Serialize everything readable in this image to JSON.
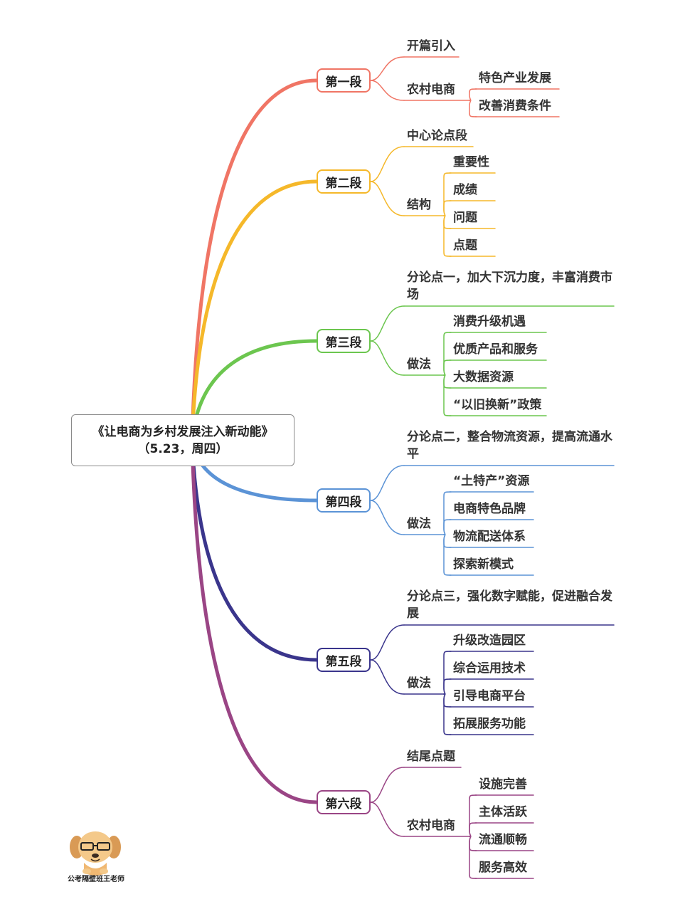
{
  "root": {
    "title": "《让电商为乡村发展注入新动能》",
    "subtitle": "（5.23，周四）"
  },
  "sections": [
    {
      "label": "第一段",
      "color": "#f07565",
      "branches": [
        {
          "label": "开篇引入",
          "children": []
        },
        {
          "label": "农村电商",
          "children": [
            "特色产业发展",
            "改善消费条件"
          ]
        }
      ]
    },
    {
      "label": "第二段",
      "color": "#f5b82a",
      "branches": [
        {
          "label": "中心论点段",
          "children": []
        },
        {
          "label": "结构",
          "children": [
            "重要性",
            "成绩",
            "问题",
            "点题"
          ]
        }
      ]
    },
    {
      "label": "第三段",
      "color": "#6cc64f",
      "branches": [
        {
          "label": "分论点一，加大下沉力度，丰富消费市场",
          "children": []
        },
        {
          "label": "做法",
          "children": [
            "消费升级机遇",
            "优质产品和服务",
            "大数据资源",
            "“以旧换新”政策"
          ]
        }
      ]
    },
    {
      "label": "第四段",
      "color": "#5b93d6",
      "branches": [
        {
          "label": "分论点二，整合物流资源，提高流通水平",
          "children": []
        },
        {
          "label": "做法",
          "children": [
            "“土特产”资源",
            "电商特色品牌",
            "物流配送体系",
            "探索新模式"
          ]
        }
      ]
    },
    {
      "label": "第五段",
      "color": "#3a358c",
      "branches": [
        {
          "label": "分论点三，强化数字赋能，促进融合发展",
          "children": []
        },
        {
          "label": "做法",
          "children": [
            "升级改造园区",
            "综合运用技术",
            "引导电商平台",
            "拓展服务功能"
          ]
        }
      ]
    },
    {
      "label": "第六段",
      "color": "#9a4585",
      "branches": [
        {
          "label": "结尾点题",
          "children": []
        },
        {
          "label": "农村电商",
          "children": [
            "设施完善",
            "主体活跃",
            "流通顺畅",
            "服务高效"
          ]
        }
      ]
    }
  ],
  "logo": {
    "caption": "公考隔壁班王老师",
    "icon": "cartoon-dog-teacher-icon"
  }
}
